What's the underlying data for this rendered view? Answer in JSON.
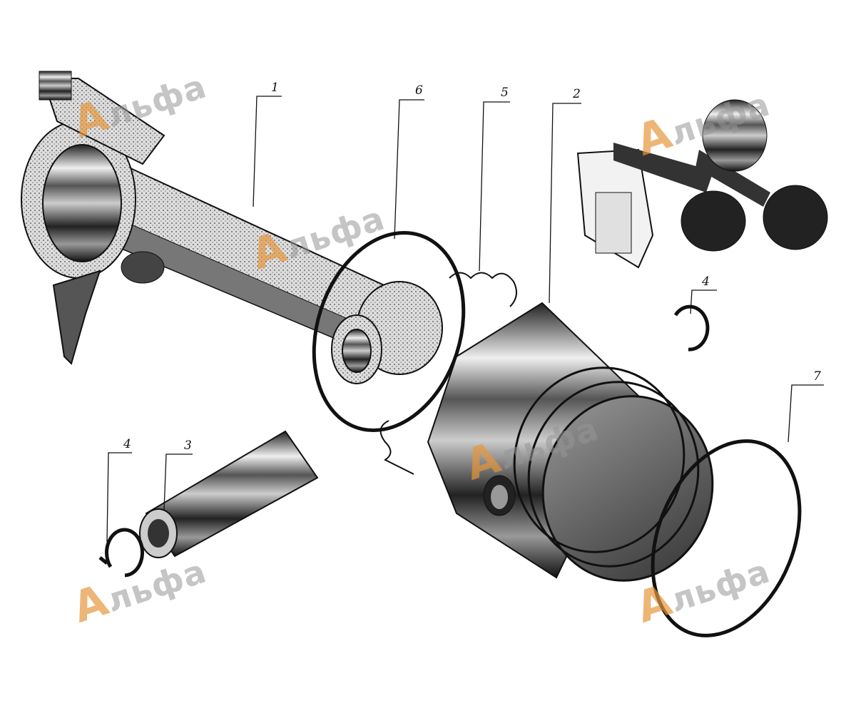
{
  "figure": {
    "callouts": [
      {
        "id": "part-1",
        "label": "1"
      },
      {
        "id": "part-6",
        "label": "6"
      },
      {
        "id": "part-5",
        "label": "5"
      },
      {
        "id": "part-2",
        "label": "2"
      },
      {
        "id": "part-4-right",
        "label": "4"
      },
      {
        "id": "part-7",
        "label": "7"
      },
      {
        "id": "part-4-left",
        "label": "4"
      },
      {
        "id": "part-3",
        "label": "3"
      }
    ],
    "watermark": {
      "first_letter": "А",
      "rest": "льфа"
    },
    "colors": {
      "ink": "#111111",
      "paper": "#ffffff",
      "watermark_accent": "#e6963c",
      "watermark_gray": "#969696"
    }
  }
}
